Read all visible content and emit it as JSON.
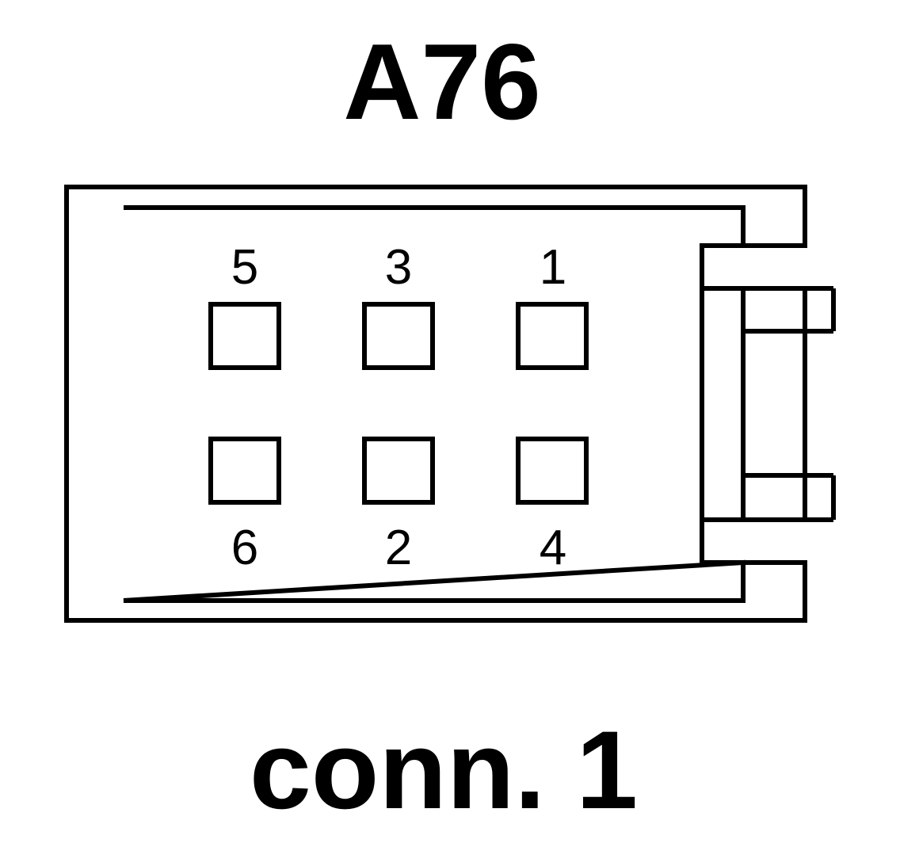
{
  "title": "A76",
  "caption": "conn. 1",
  "pins": {
    "top": [
      "5",
      "3",
      "1"
    ],
    "bottom": [
      "6",
      "2",
      "4"
    ]
  },
  "colors": {
    "line": "#000000",
    "background": "#ffffff"
  }
}
